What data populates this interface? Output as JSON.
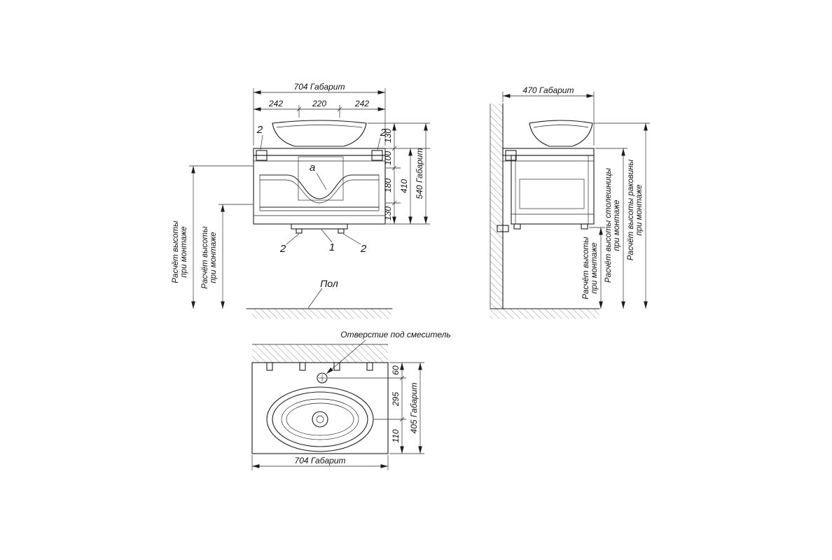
{
  "meta": {
    "background_color": "#ffffff",
    "line_color": "#1c1c1c",
    "drawing_type": "bathroom vanity installation drawing"
  },
  "front_view": {
    "dim_total_width": "704 Габарит",
    "dims_width": [
      "242",
      "220",
      "242"
    ],
    "dims_height": [
      "130",
      "100",
      "180",
      "130"
    ],
    "dim_cabinet_height": "410",
    "dim_total_height": "540 Габарит",
    "callout_bracket_left": "2",
    "callout_bracket_right": "2",
    "callout_detail": "a",
    "callout_foot_left": "2",
    "callout_body": "1",
    "callout_foot_right": "2",
    "mount_note_line1": "Расчёт высоты",
    "mount_note_line2": "при монтаже",
    "floor_label": "Пол"
  },
  "side_view": {
    "dim_total_depth": "470 Габарит",
    "mount_note_line1": "Расчёт высоты",
    "mount_note_line2": "при монтаже",
    "countertop_note_line1": "Расчёт высоты столешницы",
    "countertop_note_line2": "при монтаже",
    "basin_note_line1": "Расчёт высоты раковины",
    "basin_note_line2": "при монтаже"
  },
  "top_view": {
    "faucet_hole_label": "Отверстие под смеситель",
    "dim_faucet_offset": "60",
    "dim_basin_center": "295",
    "dim_front_offset": "110",
    "dim_total_depth": "405 Габарит",
    "dim_total_width": "704 Габарит"
  }
}
